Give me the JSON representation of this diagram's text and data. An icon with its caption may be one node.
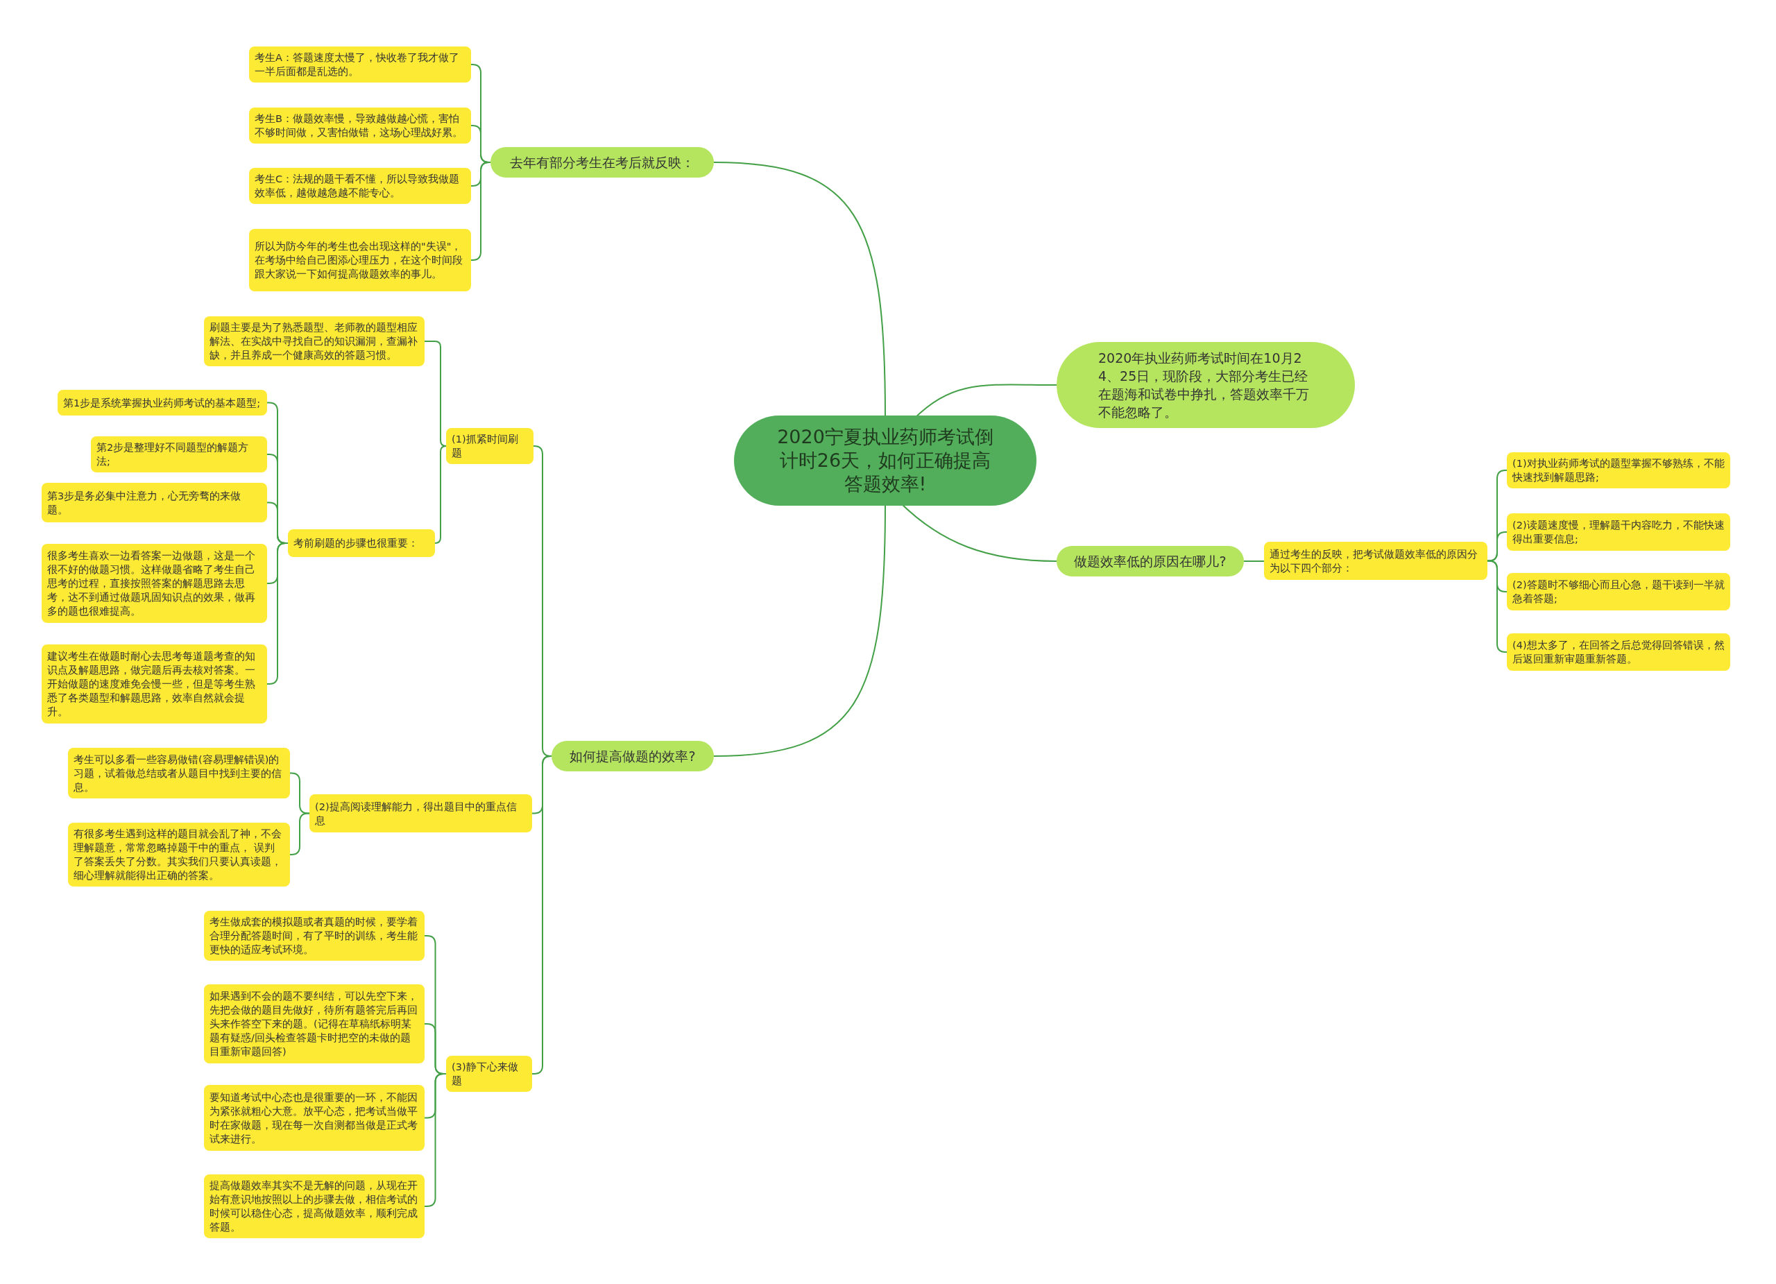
{
  "diagram": {
    "nodes": [
      {
        "text": [
          "2020宁夏执业药师考试倒计时26天，如何正确提高答题效率!"
        ]
      },
      {
        "text": [
          "去年有部分考生在考后就反映："
        ]
      },
      {
        "text": [
          "考生A：答题速度太慢了，快收卷了我才做了一半后面都是乱选的。"
        ]
      },
      {
        "text": [
          "考生B：做题效率慢，导致越做越心慌，害怕不够时间做，又害怕做错，这场心理战好累。"
        ]
      },
      {
        "text": [
          "考生C：法规的题干看不懂，所以导致我做题效率低，越做越急越不能专心。"
        ]
      },
      {
        "text": [
          "所以为防今年的考生也会出现这样的\"失误\"，在考场中给自己图添心理压力，在这个时间段跟大家说一下如何提高做题效率的事儿。"
        ]
      },
      {
        "text": [
          "2020年执业药师考试时间在10月24、25日，现阶段，大部分考生已经在题海和试卷中挣扎，答题效率千万不能忽略了。"
        ]
      },
      {
        "text": [
          "做题效率低的原因在哪儿?"
        ]
      },
      {
        "text": [
          "通过考生的反映，把考试做题效率低的原因分为以下四个部分："
        ]
      },
      {
        "text": [
          "(1)对执业药师考试的题型掌握不够熟练，不能快速找到解题思路;"
        ]
      },
      {
        "text": [
          "(2)读题速度慢，理解题干内容吃力，不能快速得出重要信息;"
        ]
      },
      {
        "text": [
          "(2)答题时不够细心而且心急，题干读到一半就急着答题;"
        ]
      },
      {
        "text": [
          "(4)想太多了，在回答之后总觉得回答错误，然后返回重新审题重新答题。"
        ]
      },
      {
        "text": [
          "如何提高做题的效率?"
        ]
      },
      {
        "text": [
          "(1)抓紧时间刷题"
        ]
      },
      {
        "text": [
          "刷题主要是为了熟悉题型、老师教的题型相应解法、在实战中寻找自己的知识漏洞，查漏补缺，并且养成一个健康高效的答题习惯。"
        ]
      },
      {
        "text": [
          "考前刷题的步骤也很重要："
        ]
      },
      {
        "text": [
          "第1步是系统掌握执业药师考试的基本题型;"
        ]
      },
      {
        "text": [
          "第2步是整理好不同题型的解题方法;"
        ]
      },
      {
        "text": [
          "第3步是务必集中注意力，心无旁骛的来做题。"
        ]
      },
      {
        "text": [
          "很多考生喜欢一边看答案一边做题，这是一个很不好的做题习惯。这样做题省略了考生自己思考的过程，直接按照答案的解题思路去思考，达不到通过做题巩固知识点的效果，做再多的题也很难提高。"
        ]
      },
      {
        "text": [
          "建议考生在做题时耐心去思考每道题考查的知识点及解题思路，做完题后再去核对答案。一开始做题的速度难免会慢一些，但是等考生熟悉了各类题型和解题思路，效率自然就会提升。"
        ]
      },
      {
        "text": [
          "(2)提高阅读理解能力，得出题目中的重点信息"
        ]
      },
      {
        "text": [
          "考生可以多看一些容易做错(容易理解错误)的习题，试着做总结或者从题目中找到主要的信息。"
        ]
      },
      {
        "text": [
          "有很多考生遇到这样的题目就会乱了神，不会理解题意，常常忽略掉题干中的重点， 误判了答案丢失了分数。其实我们只要认真读题，细心理解就能得出正确的答案。"
        ]
      },
      {
        "text": [
          "(3)静下心来做题"
        ]
      },
      {
        "text": [
          "考生做成套的模拟题或者真题的时候，要学着合理分配答题时间，有了平时的训练，考生能更快的适应考试环境。"
        ]
      },
      {
        "text": [
          "如果遇到不会的题不要纠结，可以先空下来，先把会做的题目先做好，待所有题答完后再回头来作答空下来的题。(记得在草稿纸标明某题有疑惑/回头检查答题卡时把空的未做的题目重新审题回答)"
        ]
      },
      {
        "text": [
          "要知道考试中心态也是很重要的一环，不能因为紧张就粗心大意。放平心态，把考试当做平时在家做题，现在每一次自测都当做是正式考试来进行。"
        ]
      },
      {
        "text": [
          "提高做题效率其实不是无解的问题，从现在开始有意识地按照以上的步骤去做，相信考试的时候可以稳住心态，提高做题效率，顺利完成答题。"
        ]
      }
    ],
    "edges": [
      {
        "from": 0,
        "to": 1,
        "arrow": "none"
      },
      {
        "from": 1,
        "to": 2,
        "arrow": "none"
      },
      {
        "from": 1,
        "to": 3,
        "arrow": "none"
      },
      {
        "from": 1,
        "to": 4,
        "arrow": "none"
      },
      {
        "from": 1,
        "to": 5,
        "arrow": "none"
      },
      {
        "from": 0,
        "to": 6,
        "arrow": "none"
      },
      {
        "from": 0,
        "to": 7,
        "arrow": "none"
      },
      {
        "from": 7,
        "to": 8,
        "arrow": "none"
      },
      {
        "from": 8,
        "to": 9,
        "arrow": "none"
      },
      {
        "from": 8,
        "to": 10,
        "arrow": "none"
      },
      {
        "from": 8,
        "to": 11,
        "arrow": "none"
      },
      {
        "from": 8,
        "to": 12,
        "arrow": "none"
      },
      {
        "from": 0,
        "to": 13,
        "arrow": "none"
      },
      {
        "from": 13,
        "to": 14,
        "arrow": "none"
      },
      {
        "from": 14,
        "to": 15,
        "arrow": "none"
      },
      {
        "from": 14,
        "to": 16,
        "arrow": "none"
      },
      {
        "from": 16,
        "to": 17,
        "arrow": "none"
      },
      {
        "from": 16,
        "to": 18,
        "arrow": "none"
      },
      {
        "from": 16,
        "to": 19,
        "arrow": "none"
      },
      {
        "from": 16,
        "to": 20,
        "arrow": "none"
      },
      {
        "from": 16,
        "to": 21,
        "arrow": "none"
      },
      {
        "from": 13,
        "to": 22,
        "arrow": "none"
      },
      {
        "from": 22,
        "to": 23,
        "arrow": "none"
      },
      {
        "from": 22,
        "to": 24,
        "arrow": "none"
      },
      {
        "from": 13,
        "to": 25,
        "arrow": "none"
      },
      {
        "from": 25,
        "to": 26,
        "arrow": "none"
      },
      {
        "from": 25,
        "to": 27,
        "arrow": "none"
      },
      {
        "from": 25,
        "to": 28,
        "arrow": "none"
      },
      {
        "from": 25,
        "to": 29,
        "arrow": "none"
      }
    ]
  }
}
